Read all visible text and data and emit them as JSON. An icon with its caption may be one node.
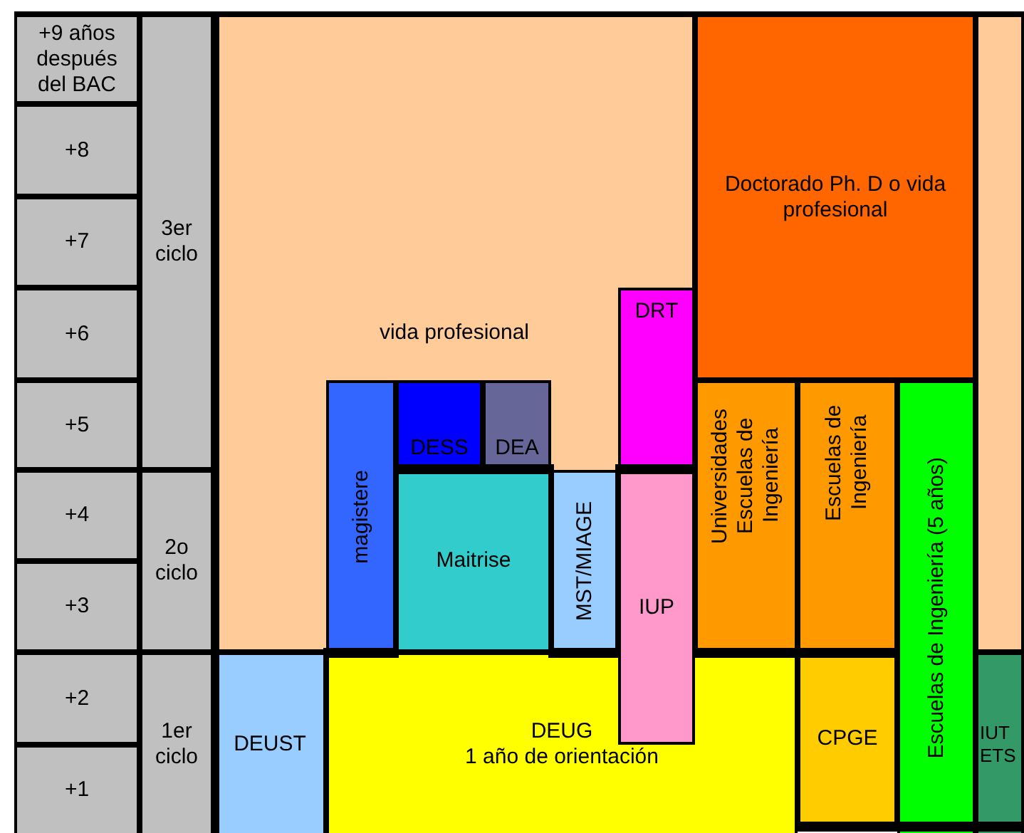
{
  "diagram": {
    "nodes": [
      {
        "text": [
          "+9 años después del BAC"
        ]
      },
      {
        "text": [
          "+8"
        ]
      },
      {
        "text": [
          "+7"
        ]
      },
      {
        "text": [
          "+6"
        ]
      },
      {
        "text": [
          "+5"
        ]
      },
      {
        "text": [
          "+4"
        ]
      },
      {
        "text": [
          "+3"
        ]
      },
      {
        "text": [
          "+2"
        ]
      },
      {
        "text": [
          "+1"
        ]
      },
      {
        "text": [
          "3er ciclo"
        ]
      },
      {
        "text": [
          "2o ciclo"
        ]
      },
      {
        "text": [
          "1er ciclo"
        ]
      },
      {
        "text": [
          "vida profesional"
        ]
      },
      {
        "text": [
          "Doctorado Ph. D o vida profesional"
        ]
      },
      {
        "text": [],
        "shape": "box"
      },
      {
        "text": [
          "DESS"
        ],
        "in": 12
      },
      {
        "text": [
          "DEA"
        ],
        "in": 12
      },
      {
        "text": [
          "DRT"
        ],
        "in": 12
      },
      {
        "text": [
          "magistere"
        ],
        "in": 12
      },
      {
        "text": [
          "Maitrise"
        ],
        "in": 12
      },
      {
        "text": [
          "MST/MIAGE"
        ],
        "in": 12
      },
      {
        "text": [
          "IUP"
        ]
      },
      {
        "text": [
          "Universidades Escuelas de Ingeniería"
        ]
      },
      {
        "text": [
          "Escuelas de Ingeniería"
        ]
      },
      {
        "text": [
          "Escuelas de Ingeniería (5 años)"
        ]
      },
      {
        "text": [
          "DEUST"
        ]
      },
      {
        "text": [
          "DEUG",
          "1 año de orientación"
        ]
      },
      {
        "text": [
          "CPGE"
        ]
      },
      {
        "text": [
          "IUT ETS"
        ]
      }
    ]
  }
}
